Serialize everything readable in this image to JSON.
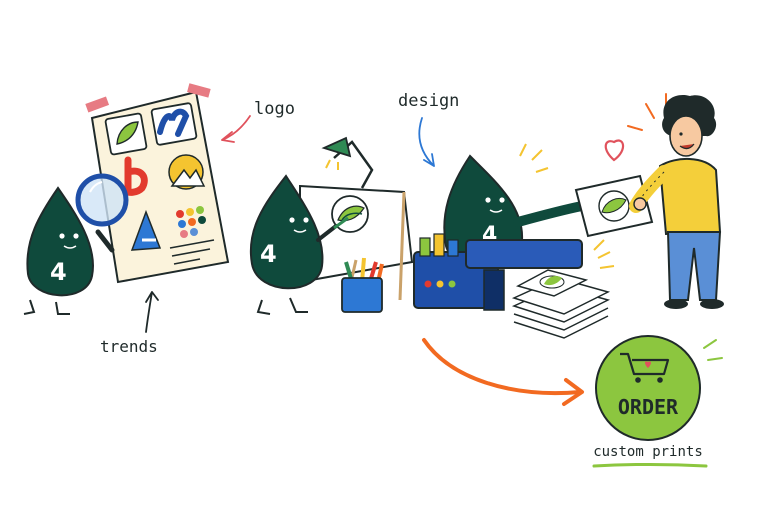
{
  "labels": {
    "logo": "logo",
    "design": "design",
    "trends": "trends",
    "custom_prints": "custom prints"
  },
  "mascot": {
    "number": "4"
  },
  "order_button": {
    "label": "ORDER"
  },
  "colors": {
    "mascot": "#0f4a3c",
    "accent_orange": "#f26a21",
    "order_green": "#8cc63f",
    "printer_blue": "#1f4fa8",
    "shirt_yellow": "#f4cf3a",
    "jeans_blue": "#5a8fd6",
    "poster_bg": "#fbf3dc",
    "heart_red": "#e0525c"
  },
  "icons": [
    "magnifier-icon",
    "desk-lamp-icon",
    "pencil-cup-icon",
    "printer-icon",
    "heart-icon",
    "shopping-cart-icon",
    "leaf-logo-icon"
  ]
}
